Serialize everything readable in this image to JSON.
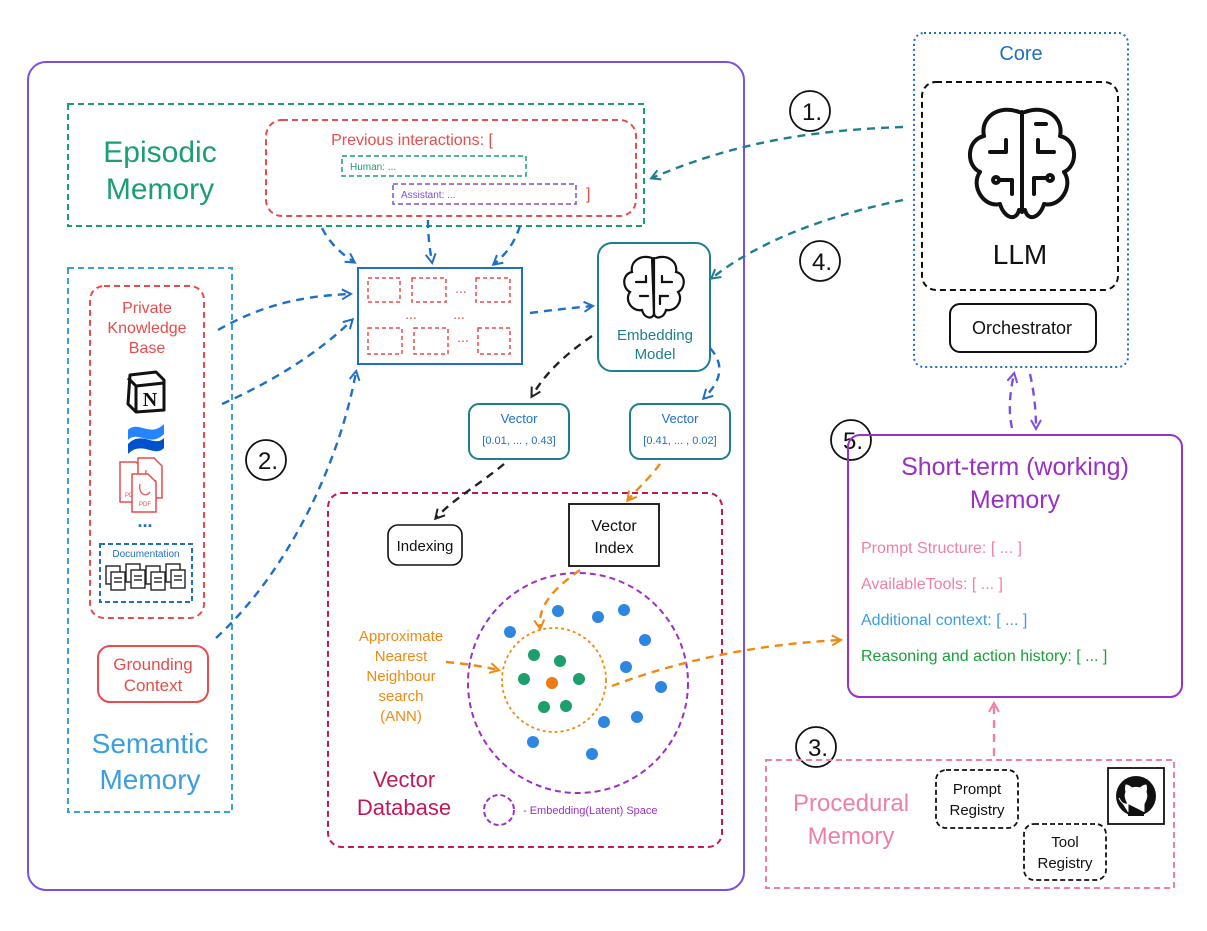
{
  "colors": {
    "purple": "#7b4fe0",
    "episodic_green": "#1a9e72",
    "semantic_blue": "#3a9ee0",
    "red": "#e84c4c",
    "core_blue": "#1f6fc4",
    "teal": "#1e7f8c",
    "orange": "#ee8a12",
    "magenta": "#c2185b",
    "pink": "#ef7fa8",
    "memory_purple": "#9b30c4",
    "green_dot": "#1e9e6a",
    "blue_dot": "#2f86e0",
    "orange_dot": "#ee7a14"
  },
  "episodic": {
    "title_line1": "Episodic",
    "title_line2": "Memory",
    "previous_interactions": "Previous interactions: [",
    "human": "Human: ...",
    "assistant": "Assistant: ...",
    "close_bracket": "]"
  },
  "semantic": {
    "title_line1": "Semantic",
    "title_line2": "Memory",
    "pkb_line1": "Private",
    "pkb_line2": "Knowledge",
    "pkb_line3": "Base",
    "notion_icon": "notion-logo-icon",
    "confluence_icon": "confluence-logo-icon",
    "pdf_icon": "pdf-files-icon",
    "pdf_label": "PDF",
    "ellipsis": "...",
    "documentation": "Documentation",
    "documentation_icon": "documents-stack-icon",
    "grounding_line1": "Grounding",
    "grounding_line2": "Context"
  },
  "chunks": {
    "dots_top": "...",
    "dots_mid_left": "...",
    "dots_mid_right": "...",
    "dots_bottom": "..."
  },
  "embedding": {
    "icon": "brain-icon",
    "line1": "Embedding",
    "line2": "Model"
  },
  "vectors": [
    {
      "label": "Vector",
      "value": "[0.01, ... , 0.43]"
    },
    {
      "label": "Vector",
      "value": "[0.41, ... , 0.02]"
    }
  ],
  "vector_db": {
    "indexing": "Indexing",
    "vector_index_line1": "Vector",
    "vector_index_line2": "Index",
    "ann_line1": "Approximate",
    "ann_line2": "Nearest",
    "ann_line3": "Neighbour",
    "ann_line4": "search",
    "ann_line5": "(ANN)",
    "title_line1": "Vector",
    "title_line2": "Database",
    "legend": "- Embedding(Latent) Space"
  },
  "core": {
    "title": "Core",
    "brain_icon": "brain-icon",
    "llm": "LLM",
    "orchestrator": "Orchestrator"
  },
  "steps": {
    "step1": "1.",
    "step2": "2.",
    "step3": "3.",
    "step4": "4.",
    "step5": "5."
  },
  "short_term": {
    "title_line1": "Short-term (working)",
    "title_line2": "Memory",
    "prompt_structure": "Prompt Structure: [ ... ]",
    "available_tools": "AvailableTools: [ ... ]",
    "additional_context": "Additional context: [ ... ]",
    "reasoning_history": "Reasoning and action history: [ ... ]"
  },
  "procedural": {
    "title_line1": "Procedural",
    "title_line2": "Memory",
    "prompt_registry_line1": "Prompt",
    "prompt_registry_line2": "Registry",
    "tool_registry_line1": "Tool",
    "tool_registry_line2": "Registry",
    "github_icon": "github-icon"
  }
}
